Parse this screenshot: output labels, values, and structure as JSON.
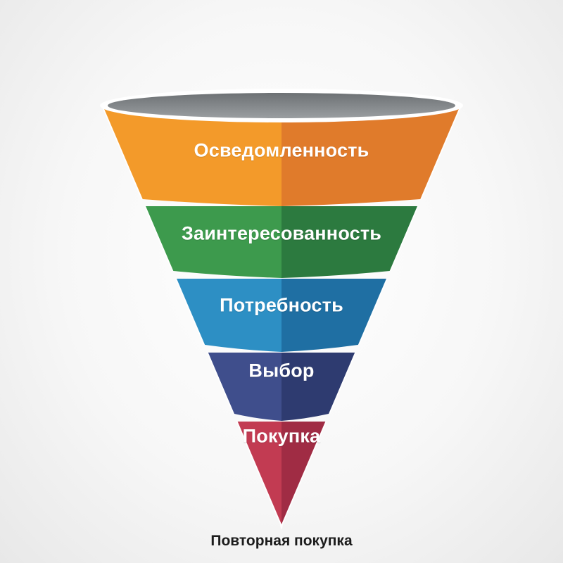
{
  "funnel": {
    "stages": [
      {
        "label": "Осведомленность",
        "color_left": "#F39A2A",
        "color_right": "#E07B2B"
      },
      {
        "label": "Заинтересованность",
        "color_left": "#3D9A4D",
        "color_right": "#2C7A3F"
      },
      {
        "label": "Потребность",
        "color_left": "#2D8FC4",
        "color_right": "#1F6FA3"
      },
      {
        "label": "Выбор",
        "color_left": "#3F4E8C",
        "color_right": "#2E3B70"
      },
      {
        "label": "Покупка",
        "color_left": "#C23B52",
        "color_right": "#A02C44"
      }
    ],
    "bottom_label": "Повторная покупка"
  }
}
